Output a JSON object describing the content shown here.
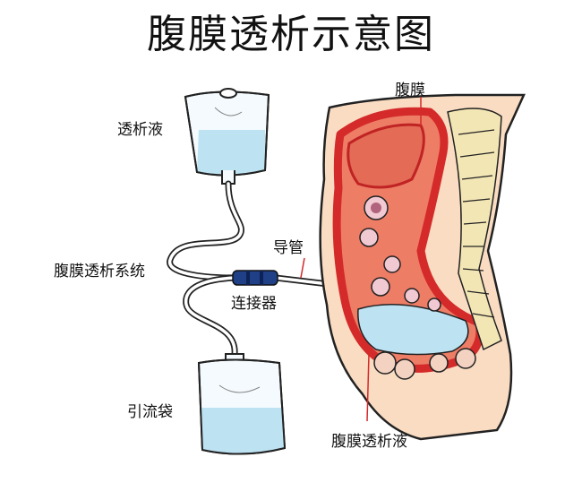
{
  "title": "腹膜透析示意图",
  "labels": {
    "dialysate": "透析液",
    "system": "腹膜透析系统",
    "drain_bag": "引流袋",
    "peritoneum": "腹膜",
    "catheter": "导管",
    "connector": "连接器",
    "peritoneal_fluid": "腹膜透析液"
  },
  "colors": {
    "skin": "#f9dcc2",
    "organ_red": "#d42a2a",
    "organ_fill": "#ee7d66",
    "fluid_blue": "#bde3f3",
    "connector_blue": "#1f3f86",
    "spine": "#f3e6b5",
    "tube": "#ffffff"
  }
}
